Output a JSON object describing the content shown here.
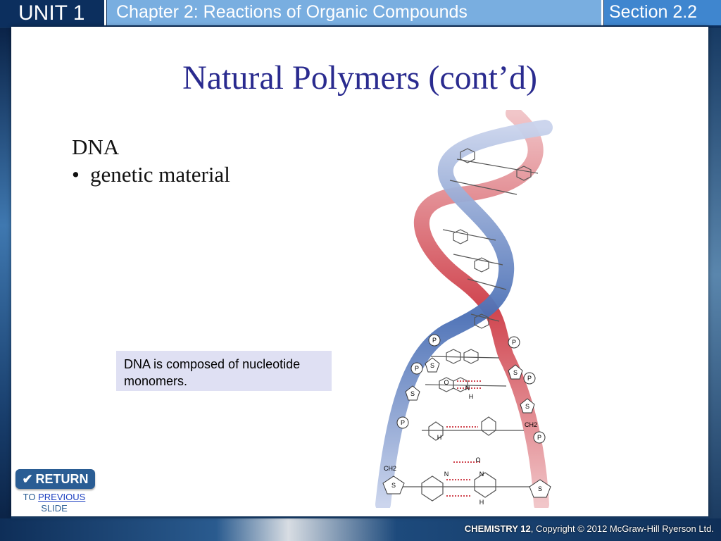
{
  "header": {
    "unit": "UNIT 1",
    "chapter": "Chapter 2: Reactions of Organic Compounds",
    "section": "Section 2.2"
  },
  "slide": {
    "title": "Natural Polymers (cont’d)",
    "heading": "DNA",
    "bullet": "genetic material",
    "callout": "DNA is composed of nucleotide monomers."
  },
  "diagram_labels": {
    "phosphate": "P",
    "sugar": "S",
    "hydrogen": "H",
    "nitrogen": "N",
    "oxygen": "O",
    "ch2": "CH2"
  },
  "nav": {
    "return_label": "RETURN",
    "to": "TO",
    "previous": "PREVIOUS",
    "slide": "SLIDE"
  },
  "footer": {
    "course": "CHEMISTRY 12",
    "copyright": ", Copyright © 2012 McGraw-Hill Ryerson Ltd."
  },
  "colors": {
    "title": "#2a2b8f",
    "strand_blue": "#4a6fb5",
    "strand_red": "#d0454f",
    "callout_bg": "#dfe0f3"
  }
}
